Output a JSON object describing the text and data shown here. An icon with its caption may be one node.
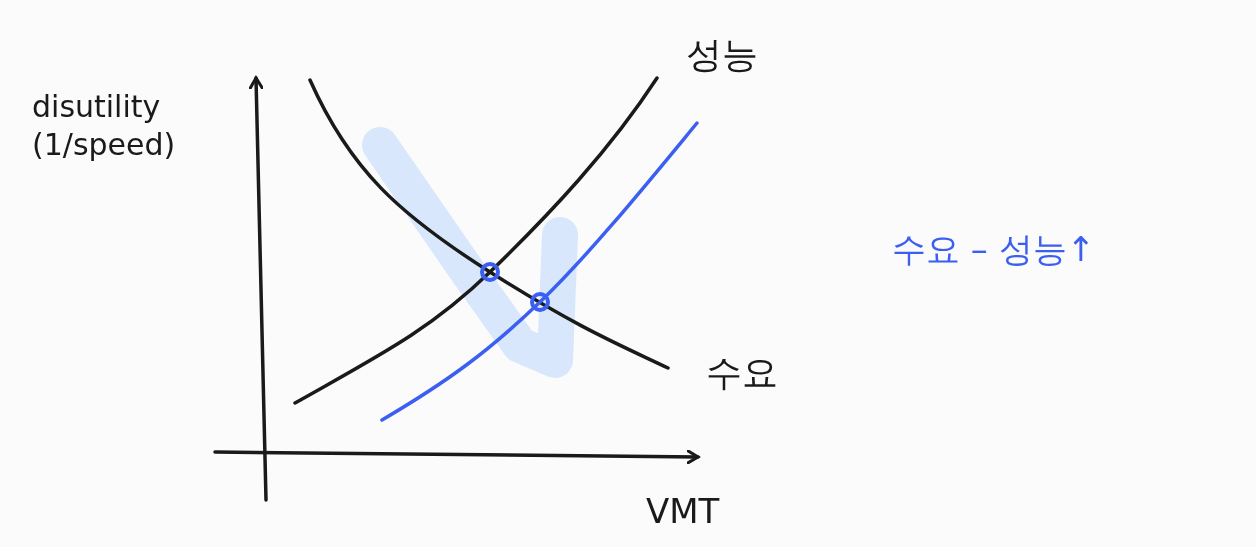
{
  "diagram": {
    "labels": [
      "disutility (1/speed)",
      "성능",
      "수요",
      "VMT",
      "수요 – 성능↑"
    ]
  }
}
